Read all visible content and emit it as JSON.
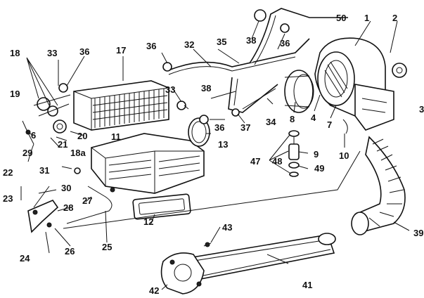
{
  "labels": {
    "p1": "1",
    "p2": "2",
    "p3": "3",
    "p4": "4",
    "p6": "6",
    "p7": "7",
    "p8": "8",
    "p9": "9",
    "p10": "10",
    "p11": "11",
    "p12": "12",
    "p13": "13",
    "p17": "17",
    "p18": "18",
    "p18a": "18a",
    "p19": "19",
    "p20": "20",
    "p21": "21",
    "p22": "22",
    "p23": "23",
    "p24": "24",
    "p25": "25",
    "p26": "26",
    "p27": "27",
    "p28": "28",
    "p29": "29",
    "p30": "30",
    "p31": "31",
    "p32": "32",
    "p33a": "33",
    "p33b": "33",
    "p34": "34",
    "p35": "35",
    "p36a": "36",
    "p36b": "36",
    "p36c": "36",
    "p36d": "36",
    "p37": "37",
    "p38a": "38",
    "p38b": "38",
    "p39": "39",
    "p41": "41",
    "p42": "42",
    "p43": "43",
    "p47": "47",
    "p48": "48",
    "p49": "49",
    "p50": "50"
  }
}
